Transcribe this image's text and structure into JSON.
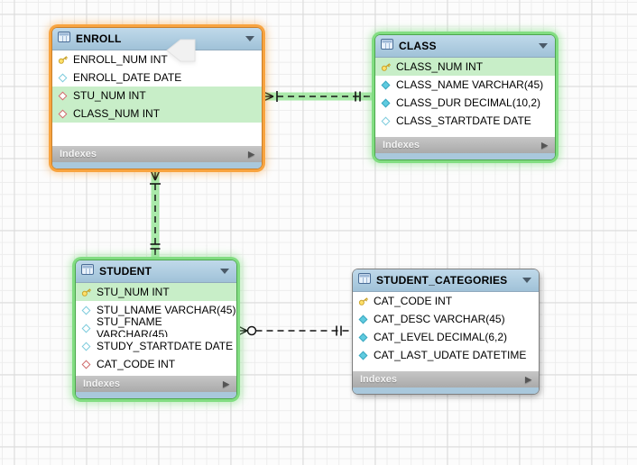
{
  "diagram": {
    "colors": {
      "selected_ring": "#f8a440",
      "related_ring": "#82dd82",
      "header_blue": "#abc9dd",
      "row_highlight_green": "#c8eec8",
      "footer_gray": "#b5b5b5",
      "connector_glow_green": "#8fe48f"
    },
    "tables": [
      {
        "name": "ENROLL",
        "state": "selected",
        "footer_label": "Indexes",
        "columns": [
          {
            "label": "ENROLL_NUM INT",
            "icon": "primary-key-icon",
            "highlight": false
          },
          {
            "label": "ENROLL_DATE DATE",
            "icon": "diamond-outline-icon",
            "highlight": false
          },
          {
            "label": "STU_NUM INT",
            "icon": "fk-diamond-icon",
            "highlight": true
          },
          {
            "label": "CLASS_NUM INT",
            "icon": "fk-diamond-icon",
            "highlight": true
          }
        ]
      },
      {
        "name": "CLASS",
        "state": "related-highlight",
        "footer_label": "Indexes",
        "columns": [
          {
            "label": "CLASS_NUM INT",
            "icon": "primary-key-icon",
            "highlight": true
          },
          {
            "label": "CLASS_NAME VARCHAR(45)",
            "icon": "diamond-filled-icon",
            "highlight": false
          },
          {
            "label": "CLASS_DUR DECIMAL(10,2)",
            "icon": "diamond-filled-icon",
            "highlight": false
          },
          {
            "label": "CLASS_STARTDATE DATE",
            "icon": "diamond-outline-icon",
            "highlight": false
          }
        ]
      },
      {
        "name": "STUDENT",
        "state": "related-highlight",
        "footer_label": "Indexes",
        "columns": [
          {
            "label": "STU_NUM INT",
            "icon": "primary-key-icon",
            "highlight": true
          },
          {
            "label": "STU_LNAME VARCHAR(45)",
            "icon": "diamond-outline-icon",
            "highlight": false
          },
          {
            "label": "STU_FNAME VARCHAR(45)",
            "icon": "diamond-outline-icon",
            "highlight": false
          },
          {
            "label": "STUDY_STARTDATE DATE",
            "icon": "diamond-outline-icon",
            "highlight": false
          },
          {
            "label": "CAT_CODE INT",
            "icon": "fk-diamond-icon",
            "highlight": false
          }
        ]
      },
      {
        "name": "STUDENT_CATEGORIES",
        "state": "normal",
        "footer_label": "Indexes",
        "columns": [
          {
            "label": "CAT_CODE INT",
            "icon": "primary-key-icon",
            "highlight": false
          },
          {
            "label": "CAT_DESC VARCHAR(45)",
            "icon": "diamond-filled-icon",
            "highlight": false
          },
          {
            "label": "CAT_LEVEL DECIMAL(6,2)",
            "icon": "diamond-filled-icon",
            "highlight": false
          },
          {
            "label": "CAT_LAST_UDATE DATETIME",
            "icon": "diamond-filled-icon",
            "highlight": false
          }
        ]
      }
    ],
    "relationships": [
      {
        "from": "ENROLL",
        "to": "CLASS",
        "from_end": "crow-foot-mandatory",
        "to_end": "one-mandatory-double-bar",
        "line": "dashed",
        "highlighted": true
      },
      {
        "from": "ENROLL",
        "to": "STUDENT",
        "from_end": "crow-foot-mandatory",
        "to_end": "one-mandatory-double-bar",
        "line": "dashed",
        "highlighted": true
      },
      {
        "from": "STUDENT",
        "to": "STUDENT_CATEGORIES",
        "from_end": "crow-foot-optional-circle",
        "to_end": "one-mandatory-double-bar",
        "line": "dashed",
        "highlighted": false
      }
    ]
  }
}
